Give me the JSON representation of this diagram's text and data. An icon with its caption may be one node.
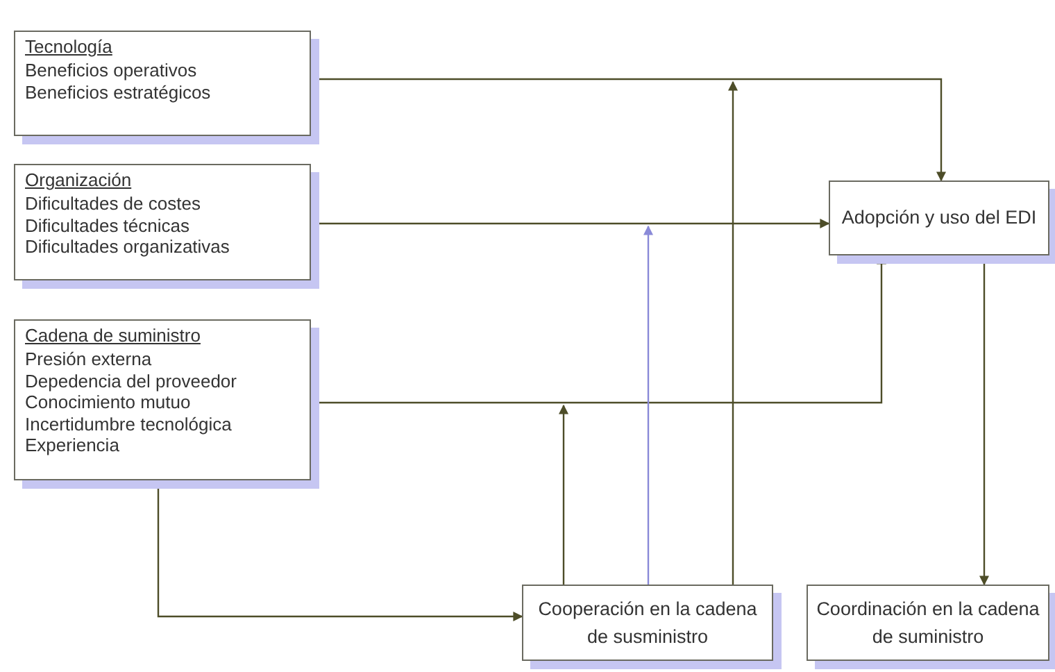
{
  "diagram": {
    "nodes": [
      {
        "text": [
          "Tecnología",
          "Beneficios operativos",
          "Beneficios estratégicos"
        ]
      },
      {
        "text": [
          "Organización",
          "Dificultades de costes",
          "Dificultades técnicas",
          "Dificultades organizativas"
        ]
      },
      {
        "text": [
          "Cadena de suministro",
          "Presión externa",
          "Depedencia del proveedor",
          "Conocimiento mutuo",
          "Incertidumbre tecnológica",
          "Experiencia"
        ]
      },
      {
        "text": [
          "Adopción y uso del EDI"
        ]
      },
      {
        "text": [
          "Cooperación en la cadena de susministro"
        ]
      },
      {
        "text": [
          "Coordinación en la cadena de suministro"
        ]
      }
    ],
    "edges": [
      {
        "from": 0,
        "to": 3,
        "arrow": "to"
      },
      {
        "from": 1,
        "to": 3,
        "arrow": "to"
      },
      {
        "from": 2,
        "to": 3,
        "arrow": "to"
      },
      {
        "from": 2,
        "to": 4,
        "arrow": "to"
      },
      {
        "from": 4,
        "to": null,
        "arrow": "to"
      },
      {
        "from": 4,
        "to": null,
        "arrow": "to",
        "color": "#8a8ad8"
      },
      {
        "from": 4,
        "to": null,
        "arrow": "to"
      },
      {
        "from": 3,
        "to": 5,
        "arrow": "to"
      }
    ]
  }
}
